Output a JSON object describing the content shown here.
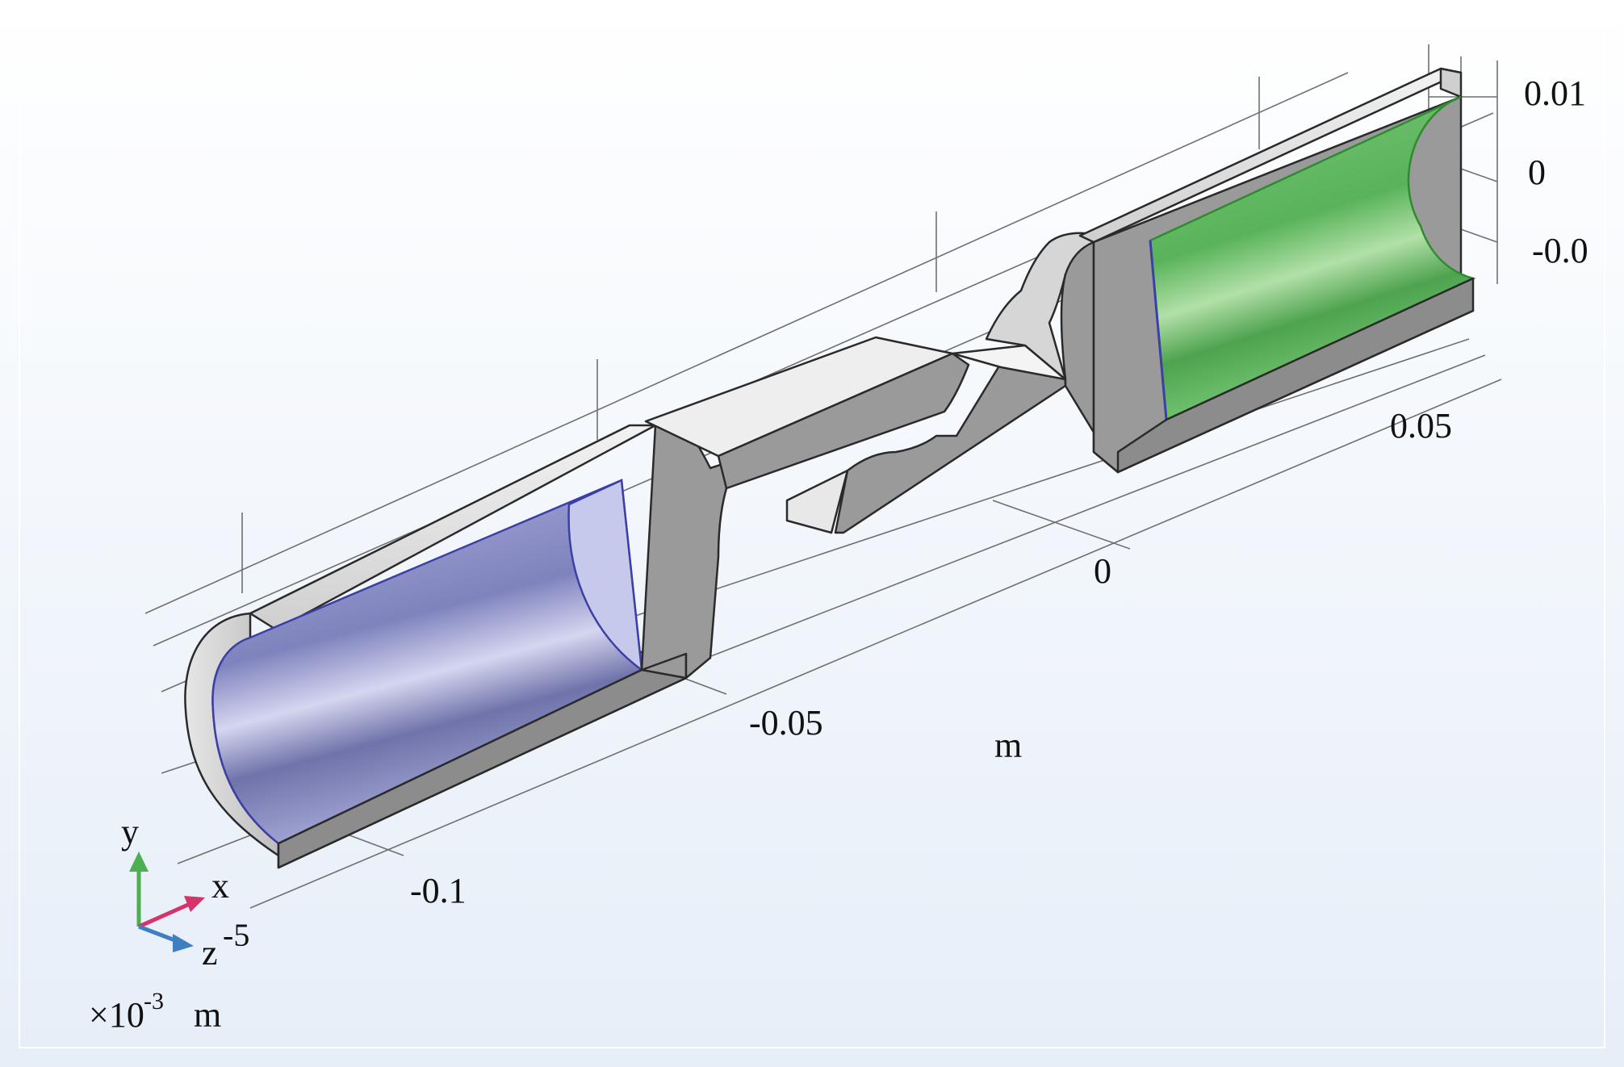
{
  "viewport": {
    "background_top": "#ffffff",
    "background_bottom": "#e8f0fa"
  },
  "axes": {
    "x_ticks": [
      "-0.1",
      "-0.05",
      "0",
      "0.05"
    ],
    "x_unit": "m",
    "y_ticks": [
      "0.01",
      "0",
      "-0.0"
    ]
  },
  "triad": {
    "x_label": "x",
    "y_label": "y",
    "z_label": "z",
    "exponent_label": "-5",
    "x_color": "#d6336c",
    "y_color": "#4caf50",
    "z_color": "#3f7fbf"
  },
  "scale_note": {
    "prefix": "×10",
    "exponent": "-3",
    "unit": "m"
  },
  "highlights": {
    "left_bore_color": "#8b8fc4",
    "right_bore_color": "#5cb85c",
    "solid_color": "#9a9a9a"
  }
}
